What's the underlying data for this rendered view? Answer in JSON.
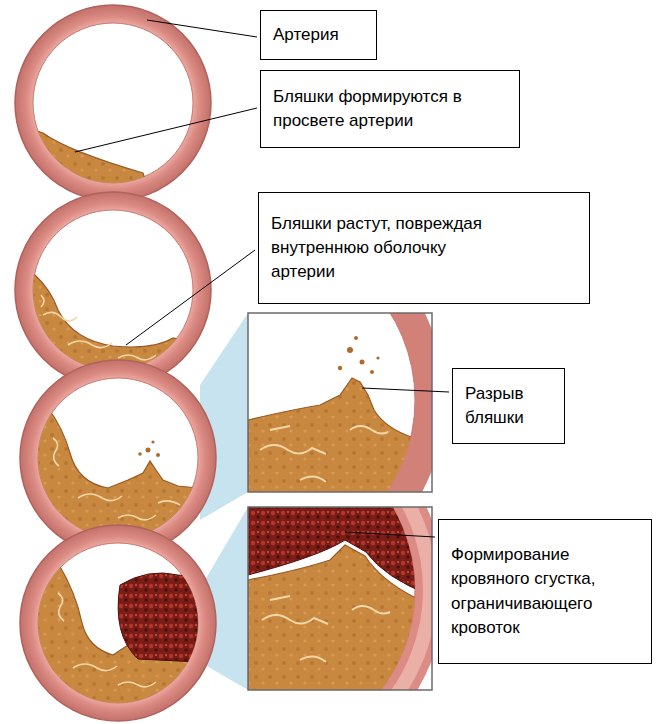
{
  "diagram": {
    "nodes": [
      {
        "text": [
          "Артерия"
        ]
      },
      {
        "text": [
          "Бляшки формируются в просвете артерии"
        ]
      },
      {
        "text": [
          "Бляшки растут, повреждая внутреннюю оболочку артерии"
        ]
      },
      {
        "text": [
          "Разрыв бляшки"
        ]
      },
      {
        "text": [
          "Формирование кровяного сгустка, ограничивающего кровоток"
        ]
      }
    ]
  }
}
